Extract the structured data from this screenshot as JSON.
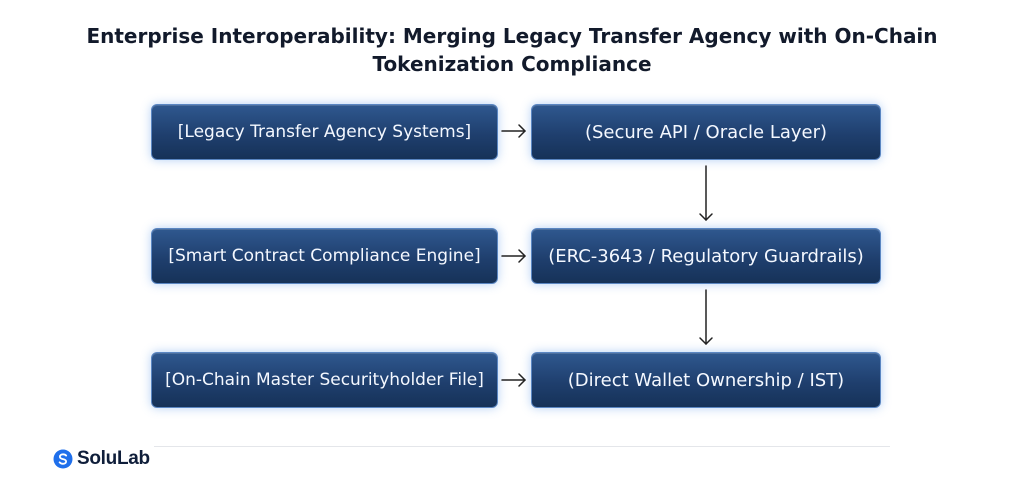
{
  "title_line1": "Enterprise Interoperability: Merging Legacy Transfer Agency with On-Chain",
  "title_line2": "Tokenization Compliance",
  "nodes": {
    "legacy_systems": "[Legacy Transfer Agency Systems]",
    "secure_api": "(Secure API / Oracle Layer)",
    "compliance_engine": "[Smart Contract Compliance Engine]",
    "erc_guardrails": "(ERC-3643 / Regulatory Guardrails)",
    "master_file": "[On-Chain Master Securityholder File]",
    "wallet_ownership": "(Direct Wallet Ownership / IST)"
  },
  "edges": [
    {
      "from": "legacy_systems",
      "to": "secure_api"
    },
    {
      "from": "secure_api",
      "to": "erc_guardrails"
    },
    {
      "from": "compliance_engine",
      "to": "erc_guardrails"
    },
    {
      "from": "erc_guardrails",
      "to": "wallet_ownership"
    },
    {
      "from": "master_file",
      "to": "wallet_ownership"
    }
  ],
  "brand": {
    "name": "SoluLab",
    "logo_icon": "solulab-logo-icon",
    "color": "#1f6feb"
  },
  "colors": {
    "node_fill": "#1f3f6e",
    "node_border": "#5a86c2",
    "title": "#121a2b",
    "arrow": "#222222"
  }
}
